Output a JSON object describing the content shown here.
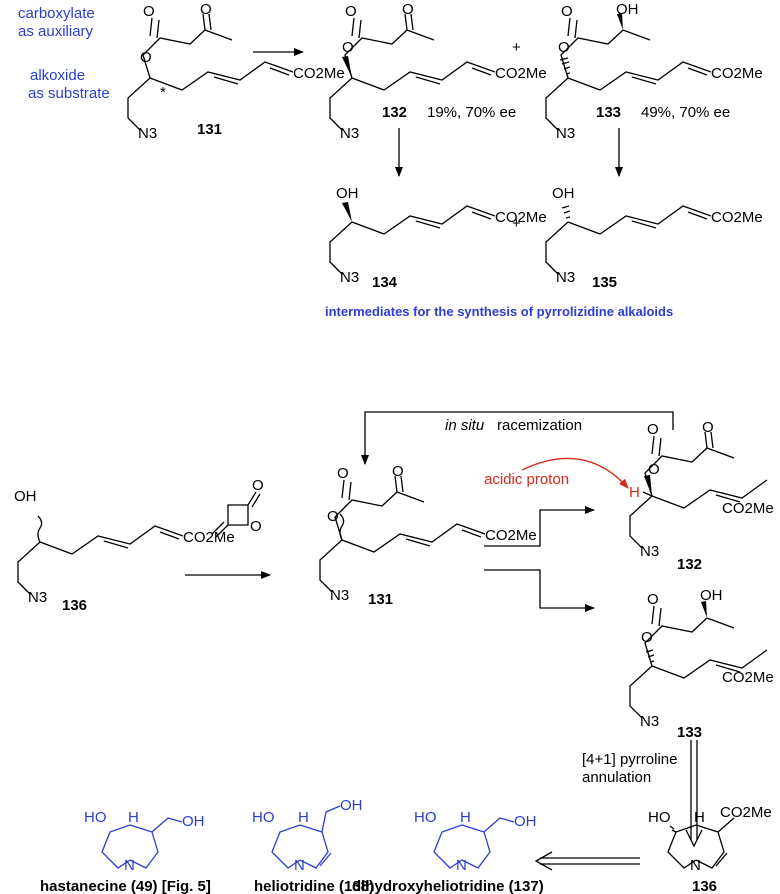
{
  "top": {
    "note_carboxylate": [
      "carboxylate",
      "as auxiliary"
    ],
    "note_alkoxide": [
      "alkoxide",
      "as substrate"
    ],
    "star": "*",
    "plus": "+",
    "caption": "intermediates for the synthesis of pyrrolizidine alkaloids"
  },
  "compounds": {
    "c131": "131",
    "c132": "132",
    "c133": "133",
    "c134": "134",
    "c135": "135",
    "c136": "136",
    "c137": "dihydroxyheliotridine (137)",
    "c138": "heliotridine (138)",
    "c49": "hastanecine (49) [Fig. 5]"
  },
  "yields": {
    "y132": "19%, 70% ee",
    "y133": "49%, 70% ee"
  },
  "atoms": {
    "O": "O",
    "OH": "OH",
    "HO": "HO",
    "H": "H",
    "N": "N",
    "N3": "N3",
    "CO2Me": "CO2Me"
  },
  "bottom": {
    "racemization_italic": "in situ",
    "racemization_rest": "racemization",
    "acidic_proton": "acidic proton",
    "annulation": [
      "[4+1] pyrroline",
      "annulation"
    ]
  },
  "colors": {
    "blue": "#2b3ed1",
    "red": "#d42a1c",
    "black": "#000000"
  }
}
